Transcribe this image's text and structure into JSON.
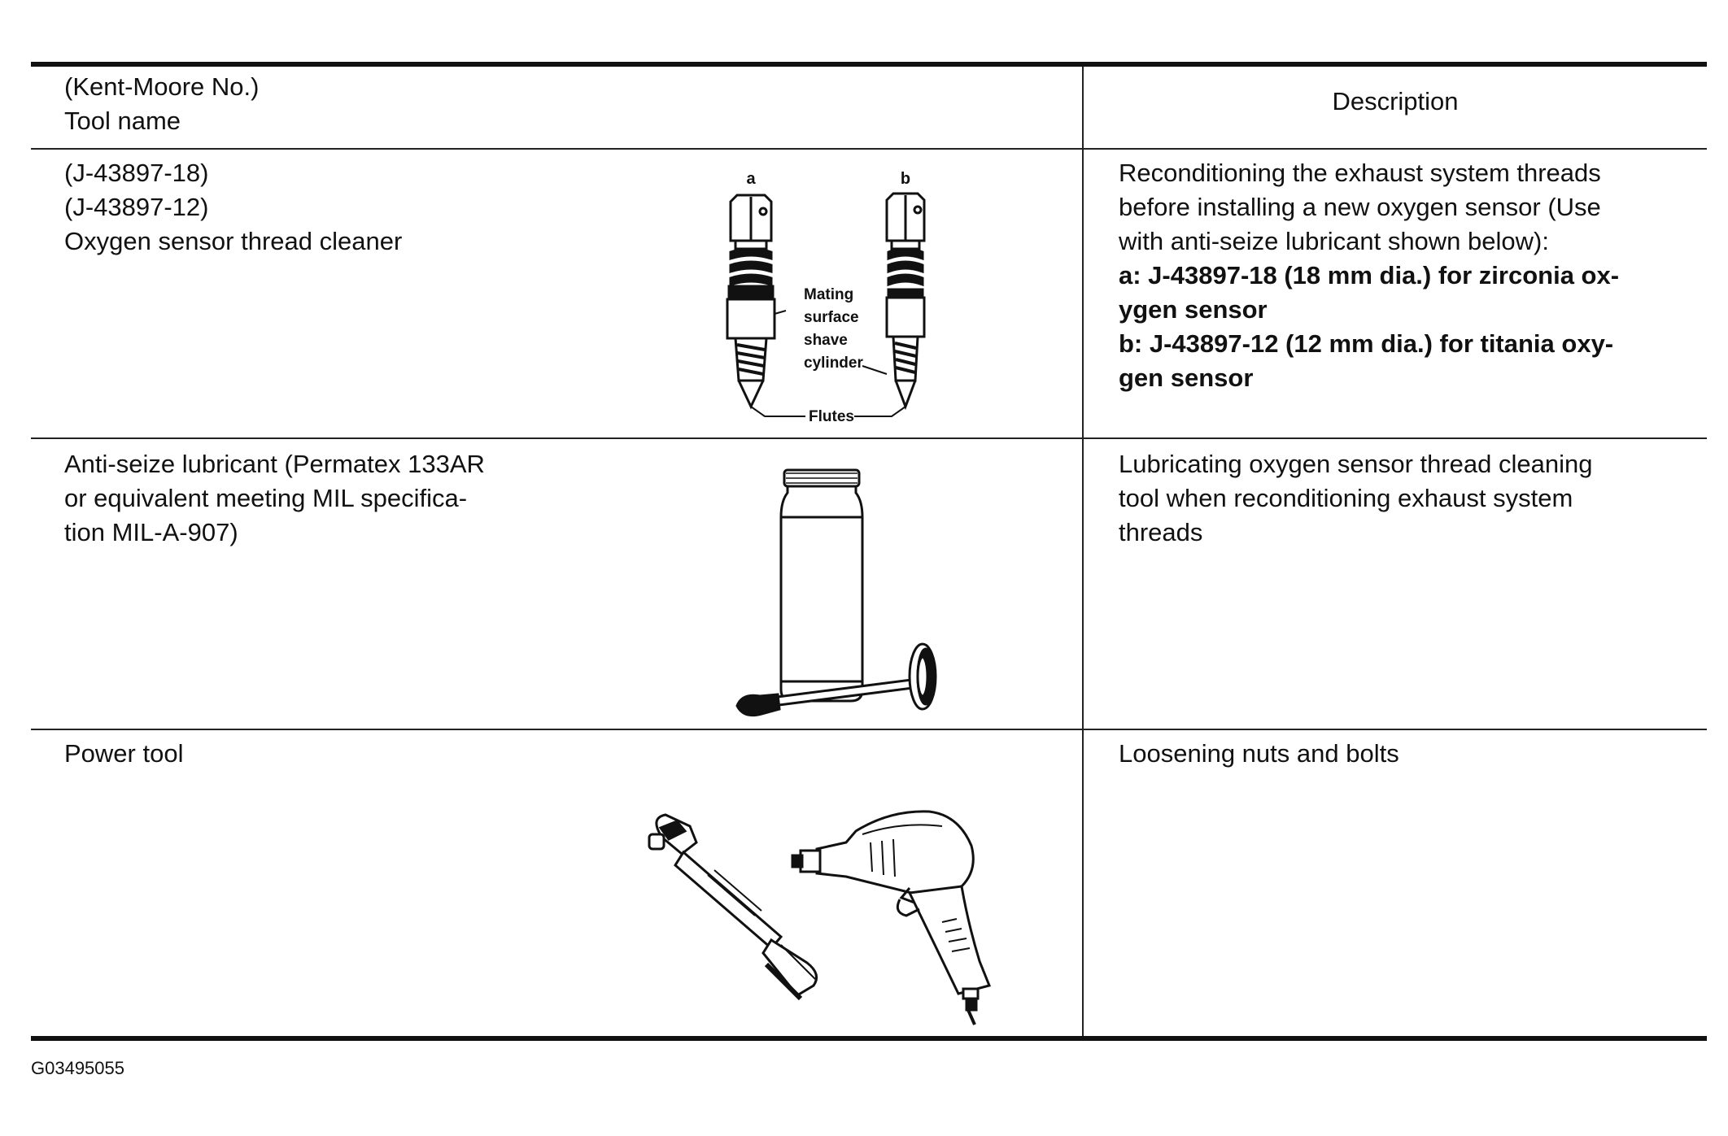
{
  "header": {
    "col1_line1": "(Kent-Moore No.)",
    "col1_line2": "Tool name",
    "col2": "Description"
  },
  "rows": [
    {
      "name_lines": [
        "(J-43897-18)",
        "(J-43897-12)",
        "Oxygen sensor thread cleaner"
      ],
      "figure": {
        "label_a": "a",
        "label_b": "b",
        "callout_mating": [
          "Mating",
          "surface",
          "shave",
          "cylinder"
        ],
        "callout_flutes": "Flutes"
      },
      "desc_lines": [
        "Reconditioning the exhaust system threads",
        "before installing a new oxygen sensor (Use",
        "with anti-seize lubricant shown below):"
      ],
      "desc_bold_lines": [
        "a: J-43897-18 (18 mm dia.) for zirconia ox-",
        "ygen sensor",
        "b: J-43897-12 (12 mm dia.) for titania oxy-",
        "gen sensor"
      ]
    },
    {
      "name_lines": [
        "Anti-seize lubricant (Permatex 133AR",
        "or equivalent meeting MIL specifica-",
        "tion MIL-A-907)"
      ],
      "desc_lines": [
        "Lubricating oxygen sensor thread cleaning",
        "tool when reconditioning exhaust system",
        "threads"
      ]
    },
    {
      "name_lines": [
        "Power tool"
      ],
      "desc_lines": [
        "Loosening nuts and bolts"
      ]
    }
  ],
  "caption": "G03495055"
}
